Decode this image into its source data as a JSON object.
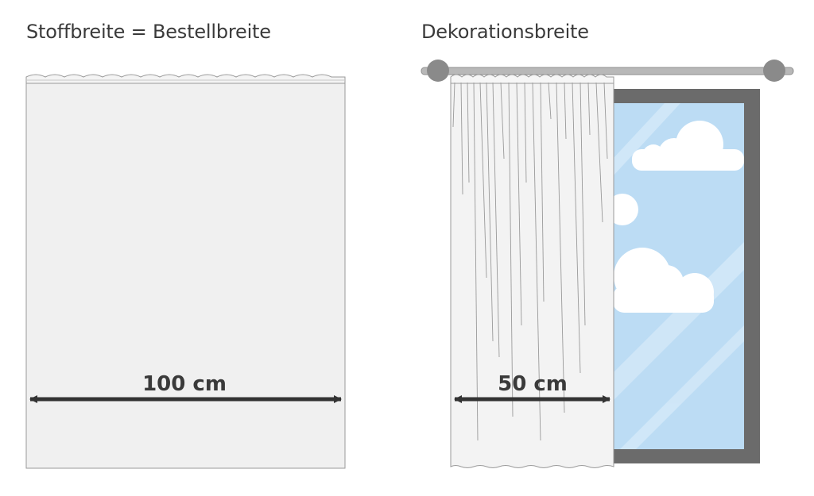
{
  "left_panel": {
    "title": "Stoffbreite = Bestellbreite",
    "measure_label": "100 cm"
  },
  "right_panel": {
    "title": "Dekorationsbreite",
    "measure_label": "50 cm"
  },
  "colors": {
    "curtain_fill": "#f0f0f0",
    "curtain_stroke": "#9a9a9a",
    "arrow": "#333333",
    "window_frame": "#6b6b6b",
    "sky": "#bcdcf4",
    "cloud": "#ffffff",
    "rod": "#aaaaaa"
  }
}
